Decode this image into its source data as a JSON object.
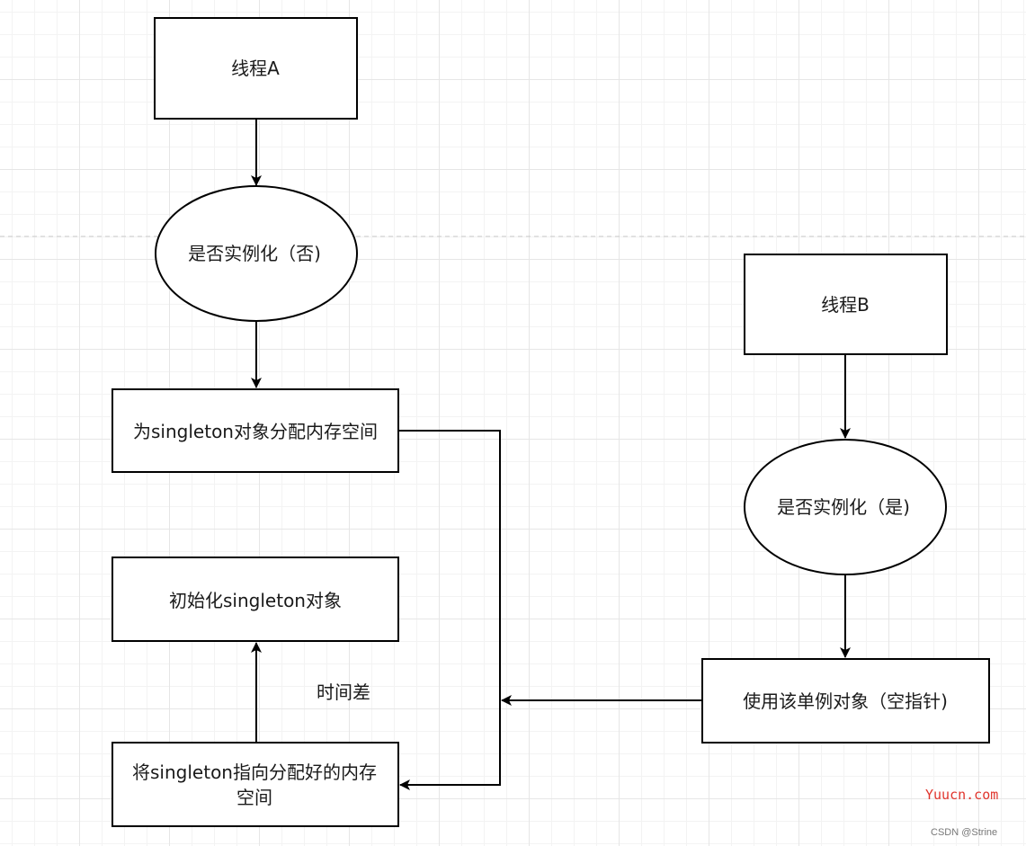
{
  "nodes": {
    "thread_a": "线程A",
    "check_a": "是否实例化（否)",
    "allocate": "为singleton对象分配内存空间",
    "init": "初始化singleton对象",
    "assign_line1": "将singleton指向分配好的内存",
    "assign_line2": "空间",
    "thread_b": "线程B",
    "check_b": "是否实例化（是)",
    "use": "使用该单例对象（空指针)"
  },
  "labels": {
    "time_gap": "时间差"
  },
  "watermark": {
    "brand": "Yuucn.com",
    "source": "CSDN @Strine"
  },
  "colors": {
    "stroke": "#000000",
    "text": "#1a1a1a",
    "brand": "#e0342c",
    "divider": "#c8c8c8"
  }
}
